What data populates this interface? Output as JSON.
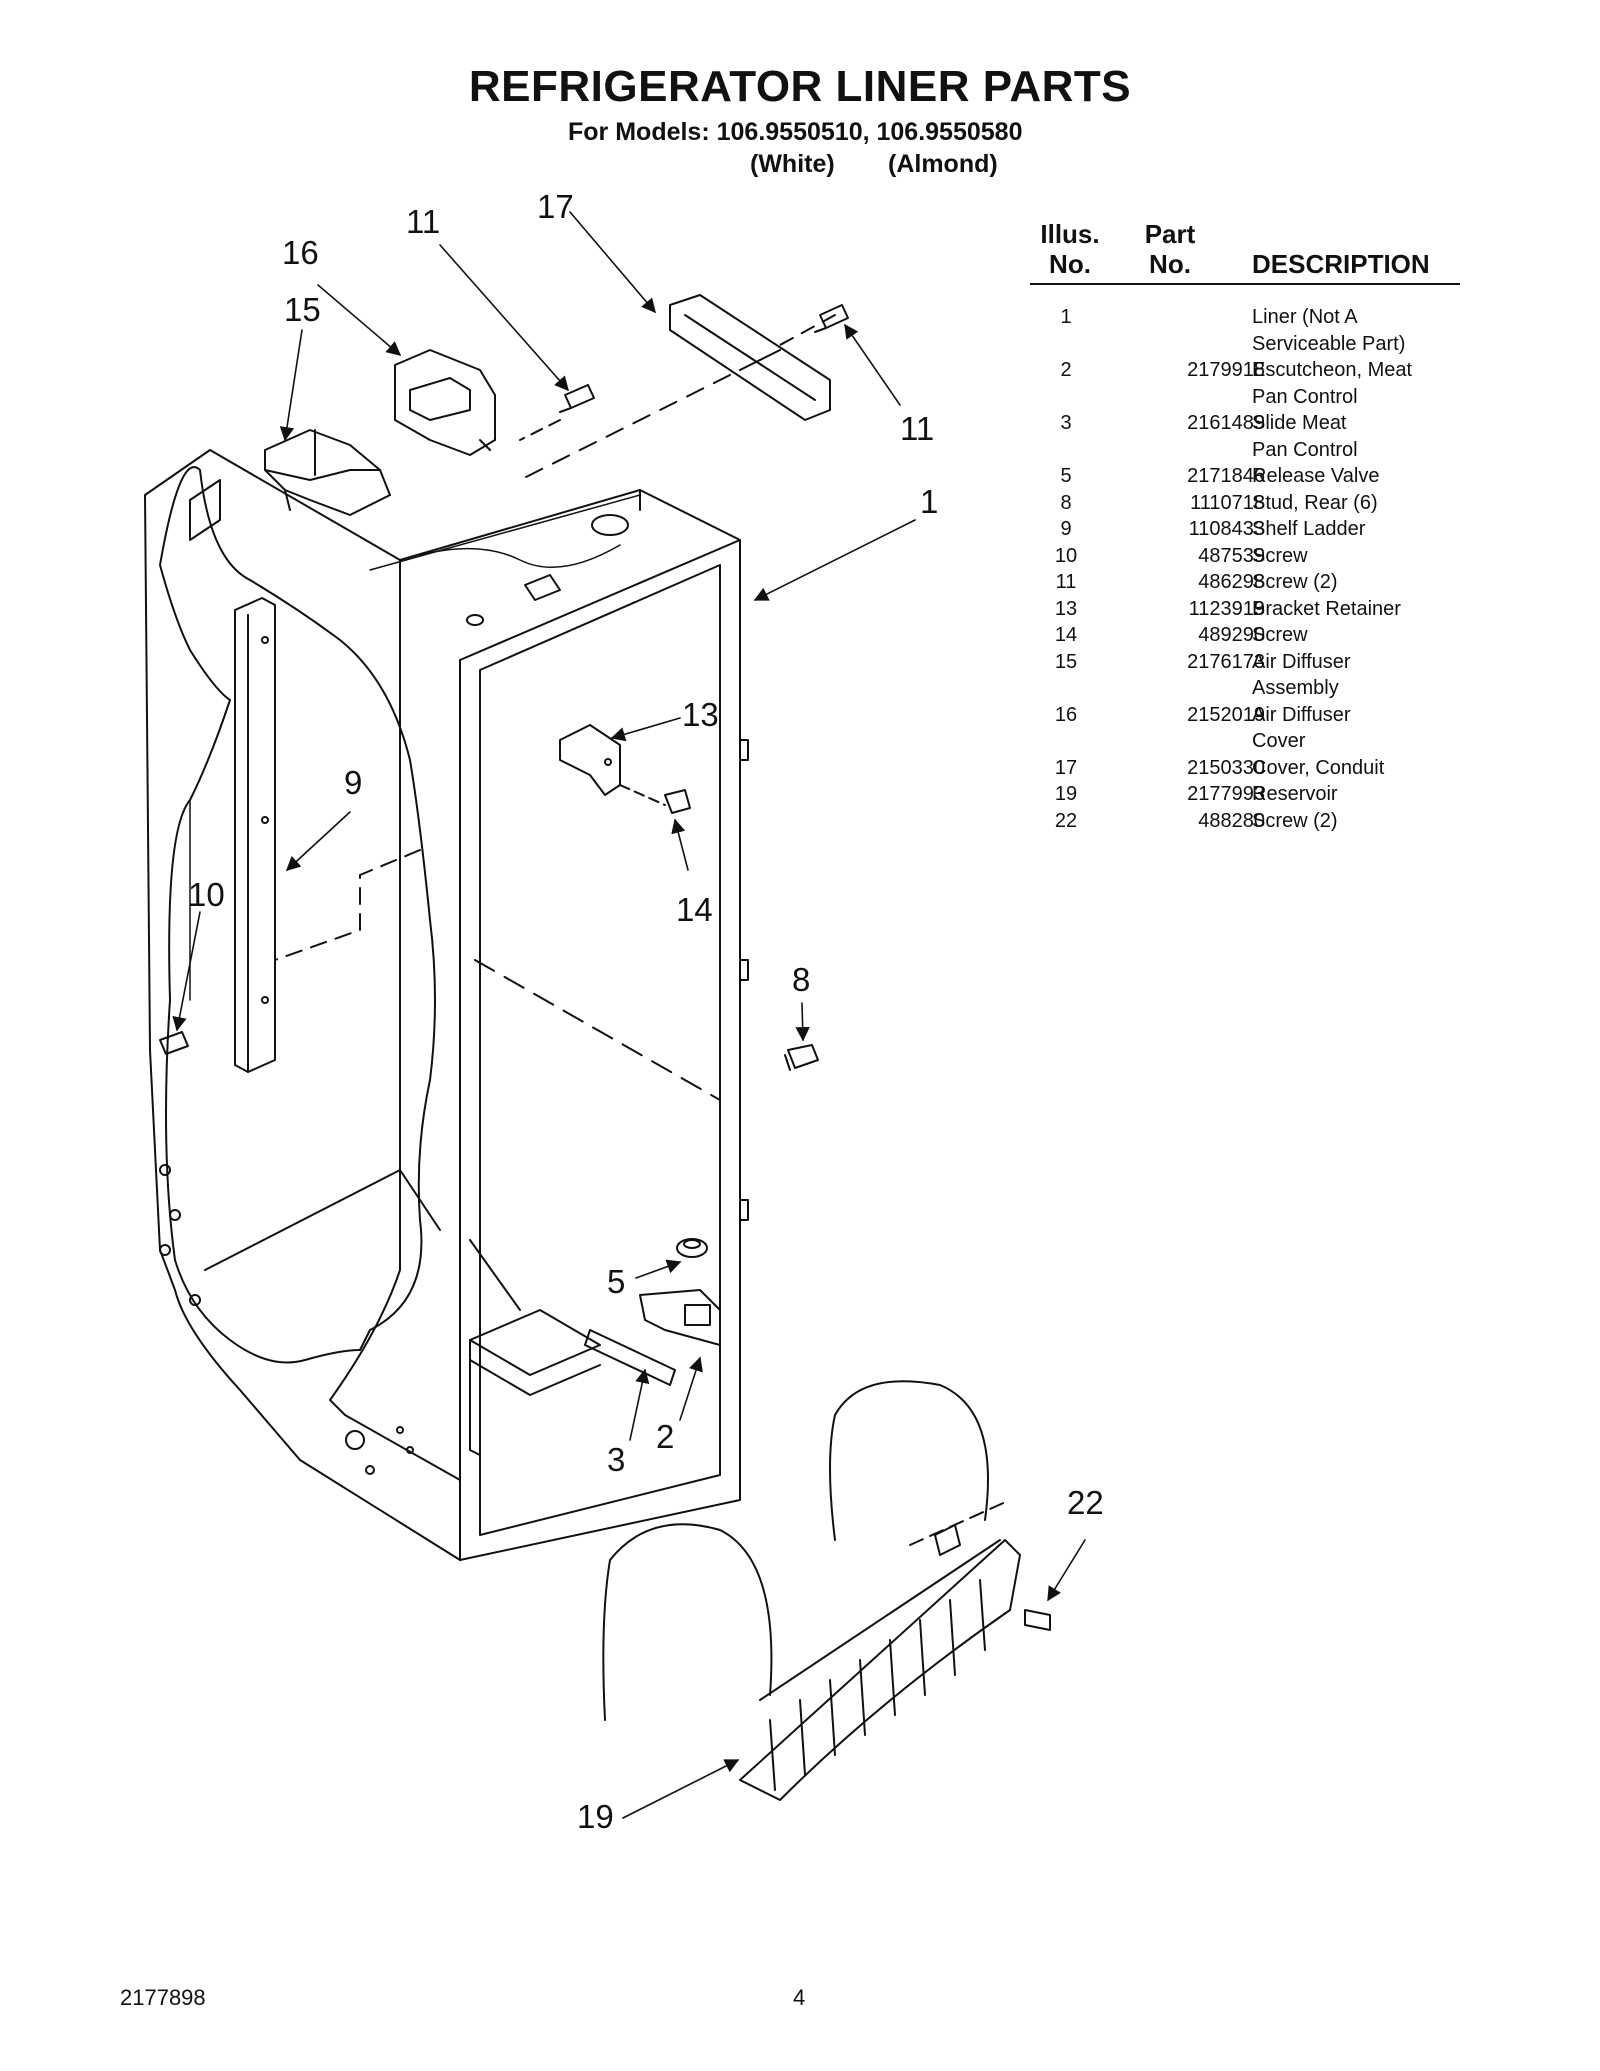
{
  "header": {
    "title": "REFRIGERATOR LINER PARTS",
    "models": "For Models: 106.9550510, 106.9550580",
    "color_white": "(White)",
    "color_almond": "(Almond)"
  },
  "table": {
    "col_illus": "Illus.\nNo.",
    "col_illus_1": "Illus.",
    "col_illus_2": "No.",
    "col_part_1": "Part",
    "col_part_2": "No.",
    "col_desc": "DESCRIPTION",
    "rows": [
      {
        "illus": "1",
        "part": "",
        "desc": "Liner (Not A\nServiceable Part)"
      },
      {
        "illus": "2",
        "part": "2179918",
        "desc": "Escutcheon, Meat\nPan Control"
      },
      {
        "illus": "3",
        "part": "2161489",
        "desc": "Slide Meat\nPan Control"
      },
      {
        "illus": "5",
        "part": "2171846",
        "desc": "Release Valve"
      },
      {
        "illus": "8",
        "part": "1110718",
        "desc": "Stud, Rear (6)"
      },
      {
        "illus": "9",
        "part": "1108433",
        "desc": "Shelf Ladder"
      },
      {
        "illus": "10",
        "part": "487539",
        "desc": "Screw"
      },
      {
        "illus": "11",
        "part": "486298",
        "desc": "Screw (2)"
      },
      {
        "illus": "13",
        "part": "1123919",
        "desc": "Bracket Retainer"
      },
      {
        "illus": "14",
        "part": "489290",
        "desc": "Screw"
      },
      {
        "illus": "15",
        "part": "2176173",
        "desc": "Air Diffuser\nAssembly"
      },
      {
        "illus": "16",
        "part": "2152019",
        "desc": "Air Diffuser\nCover"
      },
      {
        "illus": "17",
        "part": "2150330",
        "desc": "Cover, Conduit"
      },
      {
        "illus": "19",
        "part": "2177993",
        "desc": "Reservoir"
      },
      {
        "illus": "22",
        "part": "488280",
        "desc": "Screw (2)"
      }
    ]
  },
  "callouts": {
    "c1": "1",
    "c2": "2",
    "c3": "3",
    "c5": "5",
    "c8": "8",
    "c9": "9",
    "c10": "10",
    "c11a": "11",
    "c11b": "11",
    "c13": "13",
    "c14": "14",
    "c15": "15",
    "c16": "16",
    "c17": "17",
    "c19": "19",
    "c22": "22"
  },
  "footer": {
    "doc_number": "2177898",
    "page_number": "4"
  }
}
